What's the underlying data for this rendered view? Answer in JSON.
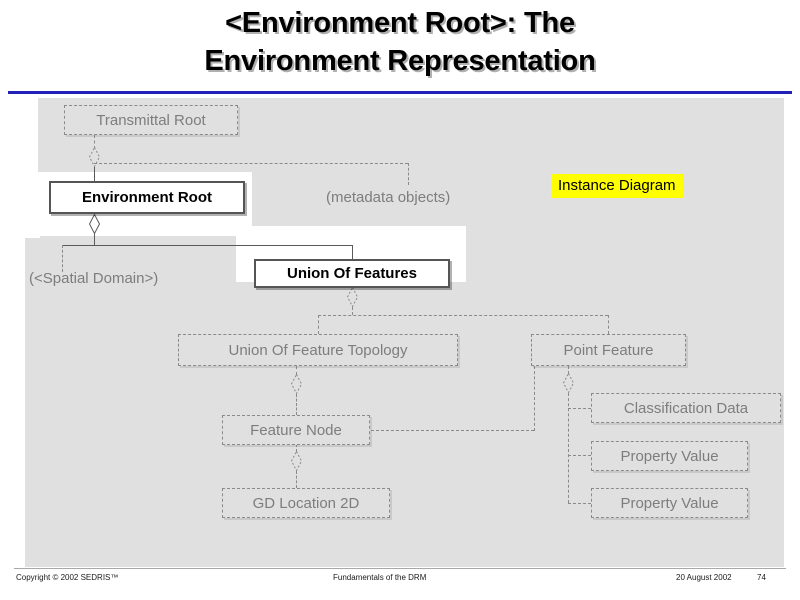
{
  "slide": {
    "title": "<Environment Root>: The\nEnvironment Representation",
    "accent_rule_color": "#2222bb",
    "panel_color": "#e0e0e0",
    "dim_text_color": "#7d7d7d",
    "active_text_color": "#000000",
    "highlight_color": "#ffff00"
  },
  "badge": {
    "instance_diagram": "Instance Diagram"
  },
  "labels": {
    "metadata_objects": "(metadata objects)",
    "spatial_domain": "(<Spatial Domain>)"
  },
  "nodes": {
    "transmittal_root": "Transmittal Root",
    "environment_root": "Environment Root",
    "union_of_features": "Union Of Features",
    "union_of_feature_topology": "Union Of Feature Topology",
    "point_feature": "Point Feature",
    "feature_node": "Feature Node",
    "gd_location_2d": "GD Location 2D",
    "classification_data": "Classification Data",
    "property_value_1": "Property Value",
    "property_value_2": "Property Value"
  },
  "footer": {
    "copyright": "Copyright © 2002 SEDRIS™",
    "center": "Fundamentals of the DRM",
    "date": "20 August 2002",
    "page": "74"
  }
}
